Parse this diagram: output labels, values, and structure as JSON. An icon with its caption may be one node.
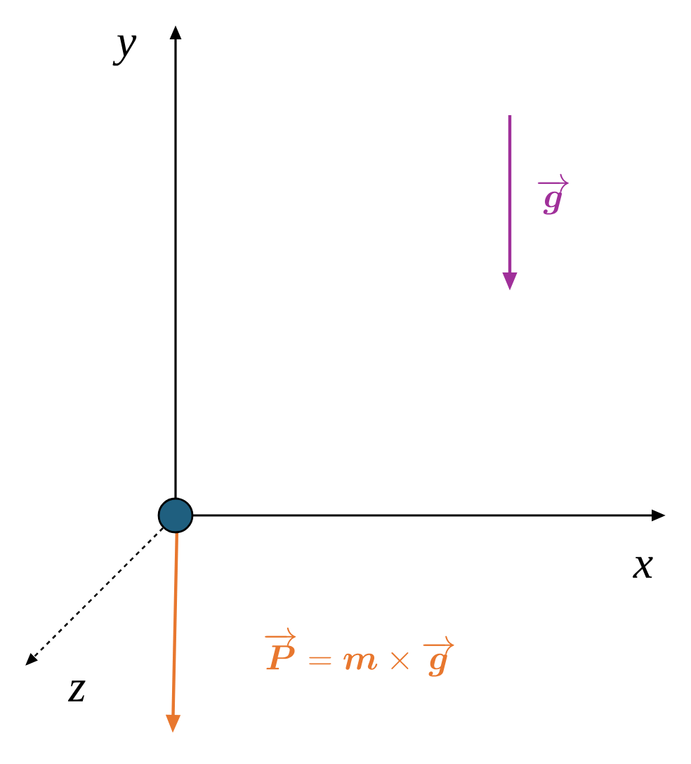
{
  "diagram": {
    "nodes": [
      {
        "text": [],
        "shape": "circle"
      }
    ],
    "labels": [
      "y",
      "x",
      "z",
      "\\overrightarrow{\\boldsymbol{g}}",
      "\\overrightarrow{\\boldsymbol{P}} = \\boldsymbol{m}\\times\\overrightarrow{\\boldsymbol{g}}"
    ]
  }
}
